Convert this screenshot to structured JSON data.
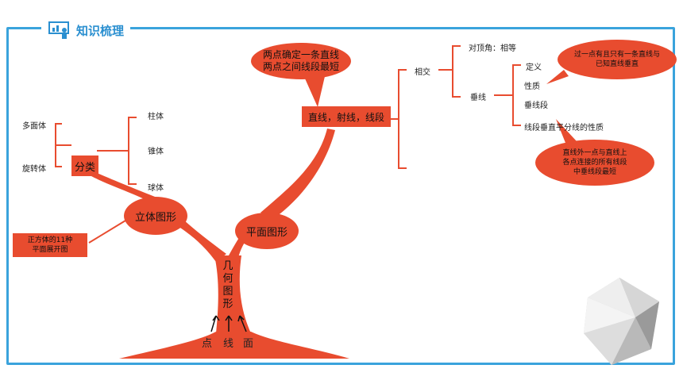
{
  "header": {
    "title": "知识梳理"
  },
  "colors": {
    "frame": "#3aa3dc",
    "node": "#e84c2f",
    "line": "#e84c2f"
  },
  "tree": {
    "trunk_label": "几何图形",
    "roots": [
      "点",
      "线",
      "面"
    ],
    "solid": {
      "label": "立体图形",
      "note": "正方体的11种\n平面展开图",
      "classify": "分类",
      "left_items": [
        "多面体",
        "旋转体"
      ],
      "right_items": [
        "柱体",
        "锥体",
        "球体"
      ]
    },
    "plane": {
      "label": "平面图形",
      "lines_node": "直线，射线，线段",
      "bubble": "两点确定一条直线\n两点之间线段最短",
      "intersect": "相交",
      "vertical_angle": "对顶角：相等",
      "perpendicular": "垂线",
      "perp_items": [
        "定义",
        "性质",
        "垂线段",
        "线段垂直平分线的性质"
      ],
      "bubble_right_top": "过一点有且只有一条直线与\n已知直线垂直",
      "bubble_right_bottom": "直线外一点与直线上\n各点连接的所有线段\n中垂线段最短"
    }
  }
}
